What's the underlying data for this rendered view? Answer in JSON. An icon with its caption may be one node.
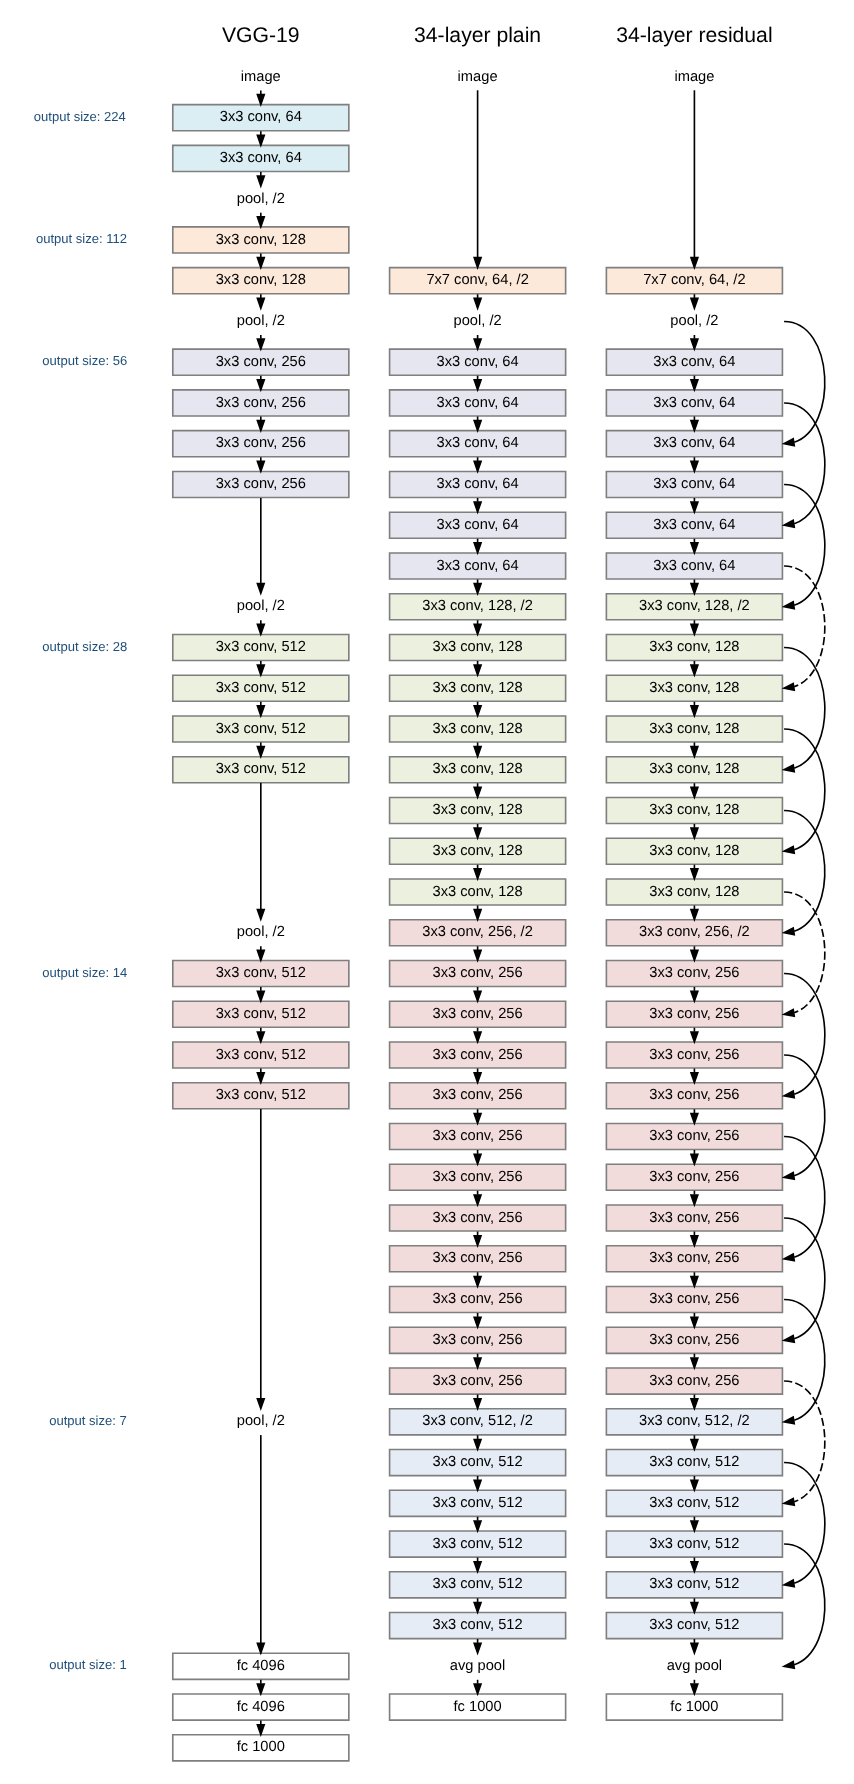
{
  "diagram": {
    "nodes": [
      {
        "text": [
          "image"
        ]
      },
      {
        "text": [
          "3x3 conv, 64"
        ]
      },
      {
        "text": [
          "3x3 conv, 64"
        ]
      },
      {
        "text": [
          "pool, /2"
        ]
      },
      {
        "text": [
          "3x3 conv, 128"
        ]
      },
      {
        "text": [
          "3x3 conv, 128"
        ]
      },
      {
        "text": [
          "pool, /2"
        ]
      },
      {
        "text": [
          "3x3 conv, 256"
        ]
      },
      {
        "text": [
          "3x3 conv, 256"
        ]
      },
      {
        "text": [
          "3x3 conv, 256"
        ]
      },
      {
        "text": [
          "3x3 conv, 256"
        ]
      },
      {
        "text": [
          "pool, /2"
        ]
      },
      {
        "text": [
          "3x3 conv, 512"
        ]
      },
      {
        "text": [
          "3x3 conv, 512"
        ]
      },
      {
        "text": [
          "3x3 conv, 512"
        ]
      },
      {
        "text": [
          "3x3 conv, 512"
        ]
      },
      {
        "text": [
          "pool, /2"
        ]
      },
      {
        "text": [
          "3x3 conv, 512"
        ]
      },
      {
        "text": [
          "3x3 conv, 512"
        ]
      },
      {
        "text": [
          "3x3 conv, 512"
        ]
      },
      {
        "text": [
          "3x3 conv, 512"
        ]
      },
      {
        "text": [
          "pool, /2"
        ]
      },
      {
        "text": [
          "fc 4096"
        ]
      },
      {
        "text": [
          "fc 4096"
        ]
      },
      {
        "text": [
          "fc 1000"
        ]
      },
      {
        "text": [
          "image"
        ]
      },
      {
        "text": [
          "7x7 conv, 64, /2"
        ]
      },
      {
        "text": [
          "pool, /2"
        ]
      },
      {
        "text": [
          "3x3 conv, 64"
        ]
      },
      {
        "text": [
          "3x3 conv, 64"
        ]
      },
      {
        "text": [
          "3x3 conv, 64"
        ]
      },
      {
        "text": [
          "3x3 conv, 64"
        ]
      },
      {
        "text": [
          "3x3 conv, 64"
        ]
      },
      {
        "text": [
          "3x3 conv, 64"
        ]
      },
      {
        "text": [
          "3x3 conv, 128, /2"
        ]
      },
      {
        "text": [
          "3x3 conv, 128"
        ]
      },
      {
        "text": [
          "3x3 conv, 128"
        ]
      },
      {
        "text": [
          "3x3 conv, 128"
        ]
      },
      {
        "text": [
          "3x3 conv, 128"
        ]
      },
      {
        "text": [
          "3x3 conv, 128"
        ]
      },
      {
        "text": [
          "3x3 conv, 128"
        ]
      },
      {
        "text": [
          "3x3 conv, 128"
        ]
      },
      {
        "text": [
          "3x3 conv, 256, /2"
        ]
      },
      {
        "text": [
          "3x3 conv, 256"
        ]
      },
      {
        "text": [
          "3x3 conv, 256"
        ]
      },
      {
        "text": [
          "3x3 conv, 256"
        ]
      },
      {
        "text": [
          "3x3 conv, 256"
        ]
      },
      {
        "text": [
          "3x3 conv, 256"
        ]
      },
      {
        "text": [
          "3x3 conv, 256"
        ]
      },
      {
        "text": [
          "3x3 conv, 256"
        ]
      },
      {
        "text": [
          "3x3 conv, 256"
        ]
      },
      {
        "text": [
          "3x3 conv, 256"
        ]
      },
      {
        "text": [
          "3x3 conv, 256"
        ]
      },
      {
        "text": [
          "3x3 conv, 256"
        ]
      },
      {
        "text": [
          "3x3 conv, 512, /2"
        ]
      },
      {
        "text": [
          "3x3 conv, 512"
        ]
      },
      {
        "text": [
          "3x3 conv, 512"
        ]
      },
      {
        "text": [
          "3x3 conv, 512"
        ]
      },
      {
        "text": [
          "3x3 conv, 512"
        ]
      },
      {
        "text": [
          "3x3 conv, 512"
        ]
      },
      {
        "text": [
          "avg pool"
        ]
      },
      {
        "text": [
          "fc 1000"
        ]
      },
      {
        "text": [
          "image"
        ]
      },
      {
        "text": [
          "7x7 conv, 64, /2"
        ]
      },
      {
        "text": [
          "pool, /2"
        ]
      },
      {
        "text": [
          "3x3 conv, 64"
        ]
      },
      {
        "text": [
          "3x3 conv, 64"
        ]
      },
      {
        "text": [
          "3x3 conv, 64"
        ]
      },
      {
        "text": [
          "3x3 conv, 64"
        ]
      },
      {
        "text": [
          "3x3 conv, 64"
        ]
      },
      {
        "text": [
          "3x3 conv, 64"
        ]
      },
      {
        "text": [
          "3x3 conv, 128, /2"
        ]
      },
      {
        "text": [
          "3x3 conv, 128"
        ]
      },
      {
        "text": [
          "3x3 conv, 128"
        ]
      },
      {
        "text": [
          "3x3 conv, 128"
        ]
      },
      {
        "text": [
          "3x3 conv, 128"
        ]
      },
      {
        "text": [
          "3x3 conv, 128"
        ]
      },
      {
        "text": [
          "3x3 conv, 128"
        ]
      },
      {
        "text": [
          "3x3 conv, 128"
        ]
      },
      {
        "text": [
          "3x3 conv, 256, /2"
        ]
      },
      {
        "text": [
          "3x3 conv, 256"
        ]
      },
      {
        "text": [
          "3x3 conv, 256"
        ]
      },
      {
        "text": [
          "3x3 conv, 256"
        ]
      },
      {
        "text": [
          "3x3 conv, 256"
        ]
      },
      {
        "text": [
          "3x3 conv, 256"
        ]
      },
      {
        "text": [
          "3x3 conv, 256"
        ]
      },
      {
        "text": [
          "3x3 conv, 256"
        ]
      },
      {
        "text": [
          "3x3 conv, 256"
        ]
      },
      {
        "text": [
          "3x3 conv, 256"
        ]
      },
      {
        "text": [
          "3x3 conv, 256"
        ]
      },
      {
        "text": [
          "3x3 conv, 256"
        ]
      },
      {
        "text": [
          "3x3 conv, 512, /2"
        ]
      },
      {
        "text": [
          "3x3 conv, 512"
        ]
      },
      {
        "text": [
          "3x3 conv, 512"
        ]
      },
      {
        "text": [
          "3x3 conv, 512"
        ]
      },
      {
        "text": [
          "3x3 conv, 512"
        ]
      },
      {
        "text": [
          "3x3 conv, 512"
        ]
      },
      {
        "text": [
          "avg pool"
        ]
      },
      {
        "text": [
          "fc 1000"
        ]
      }
    ],
    "edges": [
      {
        "from": 0,
        "to": 1,
        "arrow": "to"
      },
      {
        "from": 1,
        "to": 2,
        "arrow": "to"
      },
      {
        "from": 2,
        "to": 3,
        "arrow": "to"
      },
      {
        "from": 3,
        "to": 4,
        "arrow": "to"
      },
      {
        "from": 4,
        "to": 5,
        "arrow": "to"
      },
      {
        "from": 5,
        "to": 6,
        "arrow": "to"
      },
      {
        "from": 6,
        "to": 7,
        "arrow": "to"
      },
      {
        "from": 7,
        "to": 8,
        "arrow": "to"
      },
      {
        "from": 8,
        "to": 9,
        "arrow": "to"
      },
      {
        "from": 9,
        "to": 10,
        "arrow": "to"
      },
      {
        "from": 10,
        "to": 11,
        "arrow": "to"
      },
      {
        "from": 11,
        "to": 12,
        "arrow": "to"
      },
      {
        "from": 12,
        "to": 13,
        "arrow": "to"
      },
      {
        "from": 13,
        "to": 14,
        "arrow": "to"
      },
      {
        "from": 14,
        "to": 15,
        "arrow": "to"
      },
      {
        "from": 15,
        "to": 16,
        "arrow": "to"
      },
      {
        "from": 16,
        "to": 17,
        "arrow": "to"
      },
      {
        "from": 17,
        "to": 18,
        "arrow": "to"
      },
      {
        "from": 18,
        "to": 19,
        "arrow": "to"
      },
      {
        "from": 19,
        "to": 20,
        "arrow": "to"
      },
      {
        "from": 20,
        "to": 21,
        "arrow": "to"
      },
      {
        "from": 21,
        "to": 22,
        "arrow": "to"
      },
      {
        "from": 22,
        "to": 23,
        "arrow": "to"
      },
      {
        "from": 23,
        "to": 24,
        "arrow": "to"
      },
      {
        "from": 25,
        "to": 26,
        "arrow": "to"
      },
      {
        "from": 26,
        "to": 27,
        "arrow": "to"
      },
      {
        "from": 27,
        "to": 28,
        "arrow": "to"
      },
      {
        "from": 28,
        "to": 29,
        "arrow": "to"
      },
      {
        "from": 29,
        "to": 30,
        "arrow": "to"
      },
      {
        "from": 30,
        "to": 31,
        "arrow": "to"
      },
      {
        "from": 31,
        "to": 32,
        "arrow": "to"
      },
      {
        "from": 32,
        "to": 33,
        "arrow": "to"
      },
      {
        "from": 33,
        "to": 34,
        "arrow": "to"
      },
      {
        "from": 34,
        "to": 35,
        "arrow": "to"
      },
      {
        "from": 35,
        "to": 36,
        "arrow": "to"
      },
      {
        "from": 36,
        "to": 37,
        "arrow": "to"
      },
      {
        "from": 37,
        "to": 38,
        "arrow": "to"
      },
      {
        "from": 38,
        "to": 39,
        "arrow": "to"
      },
      {
        "from": 39,
        "to": 40,
        "arrow": "to"
      },
      {
        "from": 40,
        "to": 41,
        "arrow": "to"
      },
      {
        "from": 41,
        "to": 42,
        "arrow": "to"
      },
      {
        "from": 42,
        "to": 43,
        "arrow": "to"
      },
      {
        "from": 43,
        "to": 44,
        "arrow": "to"
      },
      {
        "from": 44,
        "to": 45,
        "arrow": "to"
      },
      {
        "from": 45,
        "to": 46,
        "arrow": "to"
      },
      {
        "from": 46,
        "to": 47,
        "arrow": "to"
      },
      {
        "from": 47,
        "to": 48,
        "arrow": "to"
      },
      {
        "from": 48,
        "to": 49,
        "arrow": "to"
      },
      {
        "from": 49,
        "to": 50,
        "arrow": "to"
      },
      {
        "from": 50,
        "to": 51,
        "arrow": "to"
      },
      {
        "from": 51,
        "to": 52,
        "arrow": "to"
      },
      {
        "from": 52,
        "to": 53,
        "arrow": "to"
      },
      {
        "from": 53,
        "to": 54,
        "arrow": "to"
      },
      {
        "from": 54,
        "to": 55,
        "arrow": "to"
      },
      {
        "from": 55,
        "to": 56,
        "arrow": "to"
      },
      {
        "from": 56,
        "to": 57,
        "arrow": "to"
      },
      {
        "from": 57,
        "to": 58,
        "arrow": "to"
      },
      {
        "from": 58,
        "to": 59,
        "arrow": "to"
      },
      {
        "from": 59,
        "to": 60,
        "arrow": "to"
      },
      {
        "from": 60,
        "to": 61,
        "arrow": "to"
      },
      {
        "from": 62,
        "to": 63,
        "arrow": "to"
      },
      {
        "from": 63,
        "to": 64,
        "arrow": "to"
      },
      {
        "from": 64,
        "to": 65,
        "arrow": "to"
      },
      {
        "from": 65,
        "to": 66,
        "arrow": "to"
      },
      {
        "from": 66,
        "to": 67,
        "arrow": "to"
      },
      {
        "from": 67,
        "to": 68,
        "arrow": "to"
      },
      {
        "from": 68,
        "to": 69,
        "arrow": "to"
      },
      {
        "from": 69,
        "to": 70,
        "arrow": "to"
      },
      {
        "from": 70,
        "to": 71,
        "arrow": "to"
      },
      {
        "from": 71,
        "to": 72,
        "arrow": "to"
      },
      {
        "from": 72,
        "to": 73,
        "arrow": "to"
      },
      {
        "from": 73,
        "to": 74,
        "arrow": "to"
      },
      {
        "from": 74,
        "to": 75,
        "arrow": "to"
      },
      {
        "from": 75,
        "to": 76,
        "arrow": "to"
      },
      {
        "from": 76,
        "to": 77,
        "arrow": "to"
      },
      {
        "from": 77,
        "to": 78,
        "arrow": "to"
      },
      {
        "from": 78,
        "to": 79,
        "arrow": "to"
      },
      {
        "from": 79,
        "to": 80,
        "arrow": "to"
      },
      {
        "from": 80,
        "to": 81,
        "arrow": "to"
      },
      {
        "from": 81,
        "to": 82,
        "arrow": "to"
      },
      {
        "from": 82,
        "to": 83,
        "arrow": "to"
      },
      {
        "from": 83,
        "to": 84,
        "arrow": "to"
      },
      {
        "from": 84,
        "to": 85,
        "arrow": "to"
      },
      {
        "from": 85,
        "to": 86,
        "arrow": "to"
      },
      {
        "from": 86,
        "to": 87,
        "arrow": "to"
      },
      {
        "from": 87,
        "to": 88,
        "arrow": "to"
      },
      {
        "from": 88,
        "to": 89,
        "arrow": "to"
      },
      {
        "from": 89,
        "to": 90,
        "arrow": "to"
      },
      {
        "from": 90,
        "to": 91,
        "arrow": "to"
      },
      {
        "from": 91,
        "to": 92,
        "arrow": "to"
      },
      {
        "from": 92,
        "to": 93,
        "arrow": "to"
      },
      {
        "from": 93,
        "to": 94,
        "arrow": "to"
      },
      {
        "from": 94,
        "to": 95,
        "arrow": "to"
      },
      {
        "from": 95,
        "to": 96,
        "arrow": "to"
      },
      {
        "from": 96,
        "to": 97,
        "arrow": "to"
      },
      {
        "from": 97,
        "to": 98,
        "arrow": "to"
      },
      {
        "from": 64,
        "to": 67,
        "arrow": "to"
      },
      {
        "from": 66,
        "to": 69,
        "arrow": "to"
      },
      {
        "from": 68,
        "to": 71,
        "arrow": "to"
      },
      {
        "from": 70,
        "to": 73,
        "arrow": "to",
        "style": "dashed"
      },
      {
        "from": 72,
        "to": 75,
        "arrow": "to"
      },
      {
        "from": 74,
        "to": 77,
        "arrow": "to"
      },
      {
        "from": 76,
        "to": 79,
        "arrow": "to"
      },
      {
        "from": 78,
        "to": 81,
        "arrow": "to",
        "style": "dashed"
      },
      {
        "from": 80,
        "to": 83,
        "arrow": "to"
      },
      {
        "from": 82,
        "to": 85,
        "arrow": "to"
      },
      {
        "from": 84,
        "to": 87,
        "arrow": "to"
      },
      {
        "from": 86,
        "to": 89,
        "arrow": "to"
      },
      {
        "from": 88,
        "to": 91,
        "arrow": "to"
      },
      {
        "from": 90,
        "to": 93,
        "arrow": "to",
        "style": "dashed"
      },
      {
        "from": 92,
        "to": 95,
        "arrow": "to"
      },
      {
        "from": 94,
        "to": 97,
        "arrow": "to"
      }
    ],
    "labels": [
      "VGG-19",
      "34-layer plain",
      "34-layer residual",
      "output size: 224",
      "output size: 112",
      "output size: 56",
      "output size: 28",
      "output size: 14",
      "output size: 7",
      "output size: 1"
    ]
  }
}
